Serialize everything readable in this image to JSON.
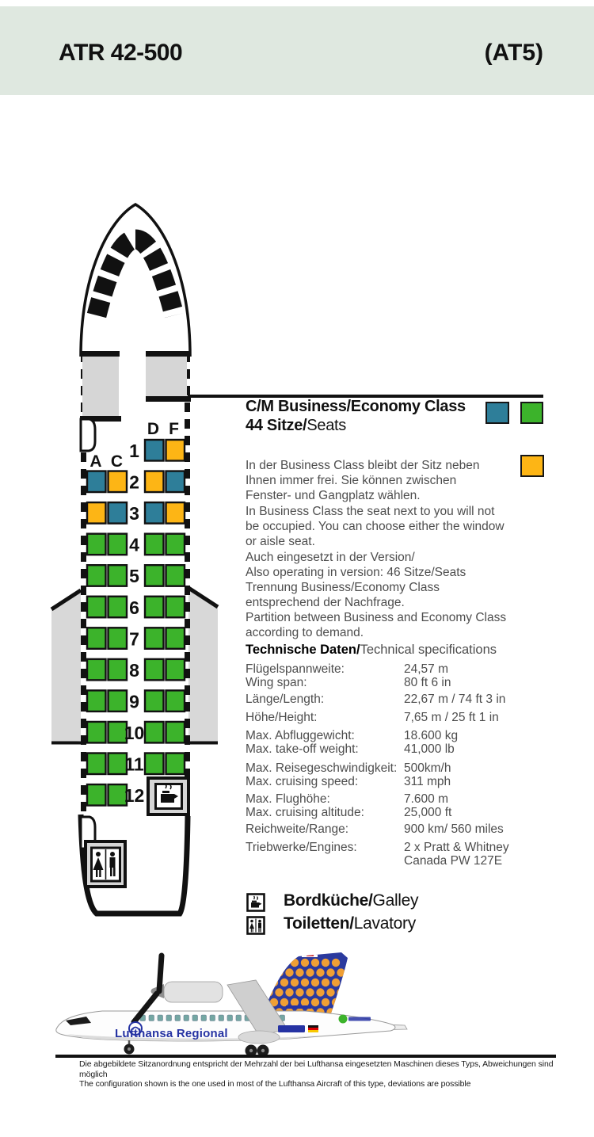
{
  "header": {
    "title": "ATR 42-500",
    "code": "(AT5)"
  },
  "cabin": {
    "heading": "C/M Business/Economy Class",
    "seats_bold": "44 Sitze/",
    "seats_reg": "Seats",
    "paragraphs": [
      "In der Business Class bleibt der Sitz neben\nIhnen immer frei. Sie können zwischen\nFenster- und Gangplatz wählen.",
      "In Business Class the seat next to you will not\nbe occupied. You can choose either the window\nor aisle seat.",
      "Auch eingesetzt in der Version/\nAlso operating in version: 46 Sitze/Seats",
      "Trennung Business/Economy Class\nentsprechend der Nachfrage.",
      "Partition between Business and Economy Class\naccording to demand."
    ]
  },
  "specs": {
    "heading_bold": "Technische Daten/",
    "heading_reg": "Technical specifications",
    "rows": [
      {
        "label": "Flügelspannweite:\nWing span:",
        "value": "24,57 m\n80 ft 6 in"
      },
      {
        "label": "Länge/Length:",
        "value": "22,67 m / 74 ft 3 in"
      },
      {
        "label": "Höhe/Height:",
        "value": "7,65 m / 25 ft 1 in"
      },
      {
        "label": "Max. Abfluggewicht:\nMax. take-off weight:",
        "value": "18.600 kg\n41,000 lb"
      },
      {
        "label": "Max. Reisegeschwindigkeit:\nMax. cruising speed:",
        "value": "500km/h\n311 mph"
      },
      {
        "label": "Max. Flughöhe:\nMax. cruising altitude:",
        "value": "7.600 m\n25,000 ft"
      },
      {
        "label": "Reichweite/Range:",
        "value": "900 km/ 560 miles"
      },
      {
        "label": "Triebwerke/Engines:",
        "value": "2 x Pratt & Whitney\nCanada PW 127E"
      }
    ]
  },
  "legend": {
    "galley_bold": "Bordküche/",
    "galley_reg": "Galley",
    "lavatory_bold": "Toiletten/",
    "lavatory_reg": "Lavatory"
  },
  "seatmap": {
    "columns_left": [
      "A",
      "C"
    ],
    "columns_right": [
      "D",
      "F"
    ],
    "colors": {
      "teal": "#2e7e99",
      "green": "#3cb32b",
      "orange": "#fdb515"
    },
    "rows": [
      {
        "num": "1",
        "left": null,
        "right": [
          "teal",
          "orange"
        ]
      },
      {
        "num": "2",
        "left": [
          "teal",
          "orange"
        ],
        "right": [
          "orange",
          "teal"
        ]
      },
      {
        "num": "3",
        "left": [
          "orange",
          "teal"
        ],
        "right": [
          "teal",
          "orange"
        ]
      },
      {
        "num": "4",
        "left": [
          "green",
          "green"
        ],
        "right": [
          "green",
          "green"
        ]
      },
      {
        "num": "5",
        "left": [
          "green",
          "green"
        ],
        "right": [
          "green",
          "green"
        ]
      },
      {
        "num": "6",
        "left": [
          "green",
          "green"
        ],
        "right": [
          "green",
          "green"
        ]
      },
      {
        "num": "7",
        "left": [
          "green",
          "green"
        ],
        "right": [
          "green",
          "green"
        ]
      },
      {
        "num": "8",
        "left": [
          "green",
          "green"
        ],
        "right": [
          "green",
          "green"
        ]
      },
      {
        "num": "9",
        "left": [
          "green",
          "green"
        ],
        "right": [
          "green",
          "green"
        ]
      },
      {
        "num": "10",
        "left": [
          "green",
          "green"
        ],
        "right": [
          "green",
          "green"
        ]
      },
      {
        "num": "11",
        "left": [
          "green",
          "green"
        ],
        "right": [
          "green",
          "green"
        ]
      },
      {
        "num": "12",
        "left": [
          "green",
          "green"
        ],
        "right": null
      }
    ]
  },
  "aircraft": {
    "titles": "Lufthansa Regional"
  },
  "footer": {
    "text": "Die abgebildete Sitzanordnung entspricht der Mehrzahl der bei Lufthansa eingesetzten Maschinen dieses Typs, Abweichungen sind möglich\nThe configuration shown is the one used in most of the Lufthansa Aircraft of this type, deviations are possible"
  }
}
